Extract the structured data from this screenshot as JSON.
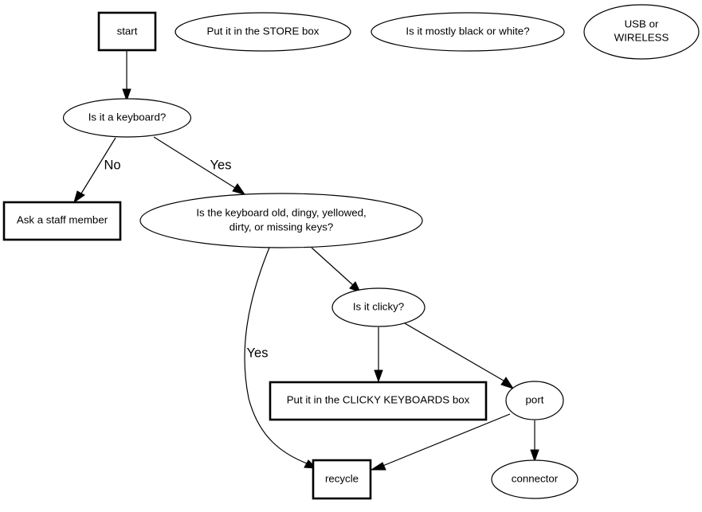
{
  "diagram": {
    "type": "flowchart",
    "nodes": [
      {
        "id": "start",
        "label": [
          "start"
        ],
        "shape": "box"
      },
      {
        "id": "store",
        "label": [
          "Put it in the STORE box"
        ],
        "shape": "ellipse"
      },
      {
        "id": "black_white",
        "label": [
          "Is it mostly black or white?"
        ],
        "shape": "ellipse"
      },
      {
        "id": "usb",
        "label": [
          "USB or",
          "WIRELESS"
        ],
        "shape": "ellipse"
      },
      {
        "id": "keyboard",
        "label": [
          "Is it a keyboard?"
        ],
        "shape": "ellipse"
      },
      {
        "id": "staff",
        "label": [
          "Ask a staff member"
        ],
        "shape": "box"
      },
      {
        "id": "old",
        "label": [
          "Is the keyboard old, dingy, yellowed,",
          "dirty, or missing keys?"
        ],
        "shape": "ellipse"
      },
      {
        "id": "clicky",
        "label": [
          "Is it clicky?"
        ],
        "shape": "ellipse"
      },
      {
        "id": "clicky_box",
        "label": [
          "Put it in the CLICKY KEYBOARDS box"
        ],
        "shape": "box"
      },
      {
        "id": "port",
        "label": [
          "port"
        ],
        "shape": "ellipse"
      },
      {
        "id": "recycle",
        "label": [
          "recycle"
        ],
        "shape": "box"
      },
      {
        "id": "connector",
        "label": [
          "connector"
        ],
        "shape": "ellipse"
      }
    ],
    "edges": [
      {
        "from": "start",
        "to": "keyboard",
        "label": ""
      },
      {
        "from": "keyboard",
        "to": "staff",
        "label": "No"
      },
      {
        "from": "keyboard",
        "to": "old",
        "label": "Yes"
      },
      {
        "from": "old",
        "to": "clicky",
        "label": ""
      },
      {
        "from": "old",
        "to": "recycle",
        "label": "Yes"
      },
      {
        "from": "clicky",
        "to": "clicky_box",
        "label": ""
      },
      {
        "from": "clicky",
        "to": "port",
        "label": ""
      },
      {
        "from": "port",
        "to": "recycle",
        "label": ""
      },
      {
        "from": "port",
        "to": "connector",
        "label": ""
      }
    ]
  }
}
